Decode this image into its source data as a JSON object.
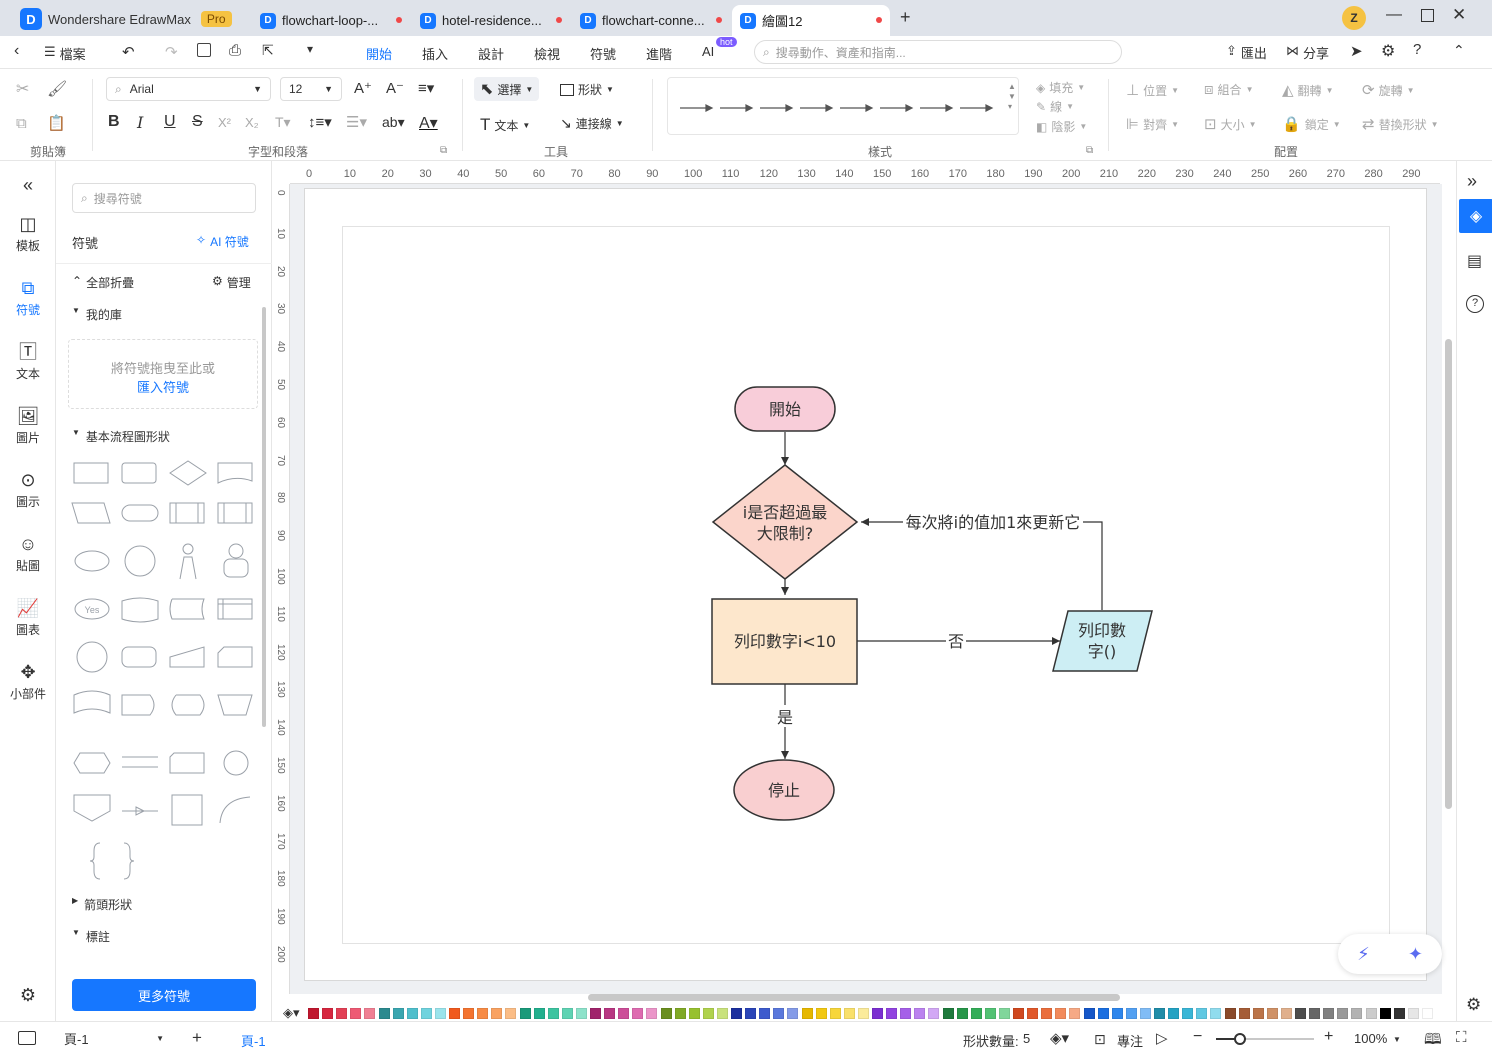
{
  "app": {
    "name": "Wondershare EdrawMax",
    "badge": "Pro"
  },
  "tabs": [
    {
      "label": "flowchart-loop-..."
    },
    {
      "label": "hotel-residence..."
    },
    {
      "label": "flowchart-conne..."
    },
    {
      "label": "繪圖12"
    }
  ],
  "menu": {
    "file": "檔案",
    "items": [
      "開始",
      "插入",
      "設計",
      "檢視",
      "符號",
      "進階",
      "AI"
    ],
    "ai_badge": "hot",
    "search_placeholder": "搜尋動作、資產和指南...",
    "export": "匯出",
    "share": "分享"
  },
  "ribbon": {
    "clipboard_label": "剪貼簿",
    "font": "Arial",
    "font_size": "12",
    "font_group_label": "字型和段落",
    "select": "選擇",
    "shape": "形狀",
    "text": "文本",
    "connector": "連接線",
    "tools_label": "工具",
    "style_label": "樣式",
    "fill": "填充",
    "line": "線",
    "shadow": "陰影",
    "position": "位置",
    "group": "組合",
    "flip": "翻轉",
    "rotate": "旋轉",
    "align": "對齊",
    "size": "大小",
    "lock": "鎖定",
    "replace_shape": "替換形狀",
    "arrange_label": "配置"
  },
  "leftnav": [
    "模板",
    "符號",
    "文本",
    "圖片",
    "圖示",
    "貼圖",
    "圖表",
    "小部件"
  ],
  "library": {
    "search_placeholder": "搜尋符號",
    "title": "符號",
    "ai_symbols": "AI 符號",
    "collapse_all": "全部折疊",
    "manage": "管理",
    "my_library": "我的庫",
    "drop_hint": "將符號拖曳至此或",
    "import_link": "匯入符號",
    "basic_flowchart": "基本流程圖形狀",
    "arrow_shapes": "箭頭形狀",
    "annotations": "標註",
    "more_symbols": "更多符號",
    "yes_shape_text": "Yes"
  },
  "ruler_top": [
    "0",
    "10",
    "20",
    "30",
    "40",
    "50",
    "60",
    "70",
    "80",
    "90",
    "100",
    "110",
    "120",
    "130",
    "140",
    "150",
    "160",
    "170",
    "180",
    "190",
    "200",
    "210",
    "220",
    "230",
    "240",
    "250",
    "260",
    "270",
    "280",
    "290"
  ],
  "ruler_left": [
    "0",
    "10",
    "20",
    "30",
    "40",
    "50",
    "60",
    "70",
    "80",
    "90",
    "100",
    "110",
    "120",
    "130",
    "140",
    "150",
    "160",
    "170",
    "180",
    "190",
    "200"
  ],
  "flowchart": {
    "start": "開始",
    "decision_line1": "i是否超過最",
    "decision_line2": "大限制?",
    "process": "列印數字i<10",
    "io_line1": "列印數",
    "io_line2": "字()",
    "stop": "停止",
    "label_no": "否",
    "label_yes": "是",
    "label_increment": "每次將i的值加1來更新它"
  },
  "status": {
    "page_selector": "頁-1",
    "page_tab": "頁-1",
    "shape_count_label": "形狀數量:",
    "shape_count": "5",
    "focus": "專注",
    "zoom": "100%"
  },
  "colors": {
    "accent": "#1677ff",
    "start_fill": "#f8cdd9",
    "decision_fill": "#fbd5cb",
    "process_fill": "#fde7cc",
    "io_fill": "#cdeef4",
    "stop_fill": "#f9cfd0"
  }
}
